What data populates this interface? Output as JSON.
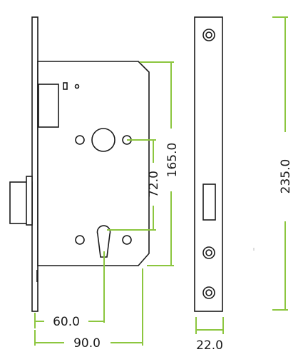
{
  "dimensions": {
    "backset": "60.0",
    "case_width": "90.0",
    "centres": "72.0",
    "case_height": "165.0",
    "forend_height": "235.0",
    "forend_width": "22.0"
  },
  "colors": {
    "dimension_line": "#8cc63f",
    "outline": "#1a1a1a",
    "background": "#ffffff"
  }
}
